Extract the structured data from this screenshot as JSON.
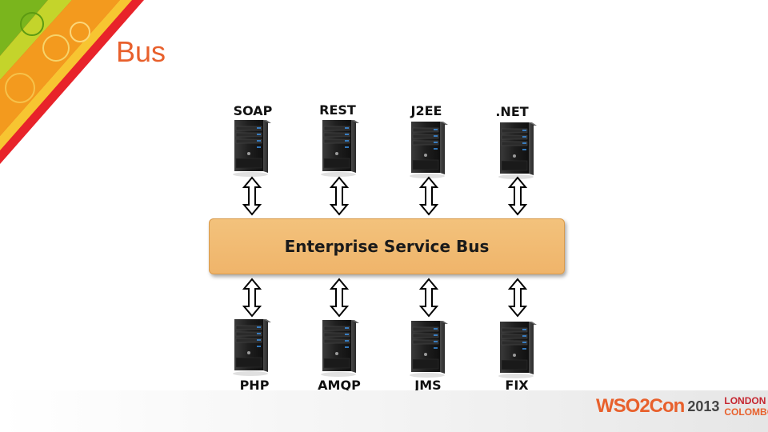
{
  "slide": {
    "title": "Bus"
  },
  "diagram": {
    "top_nodes": [
      {
        "label": "SOAP"
      },
      {
        "label": "REST"
      },
      {
        "label": "J2EE"
      },
      {
        "label": ".NET"
      }
    ],
    "bus_label": "Enterprise Service Bus",
    "bottom_nodes": [
      {
        "label": "PHP"
      },
      {
        "label": "AMQP"
      },
      {
        "label": "JMS"
      },
      {
        "label": "FIX"
      }
    ],
    "node_icon": "server-tower-icon",
    "connector_icon": "double-arrow-icon",
    "bus_color": "#efb46a"
  },
  "footer": {
    "logo_main": "WSO2Con",
    "logo_year": "2013",
    "city_1": "LONDON",
    "city_2": "COLOMBO"
  },
  "colors": {
    "accent": "#e8602c",
    "red": "#c5252f",
    "green": "#7ab51d",
    "yellow": "#f7c531"
  }
}
